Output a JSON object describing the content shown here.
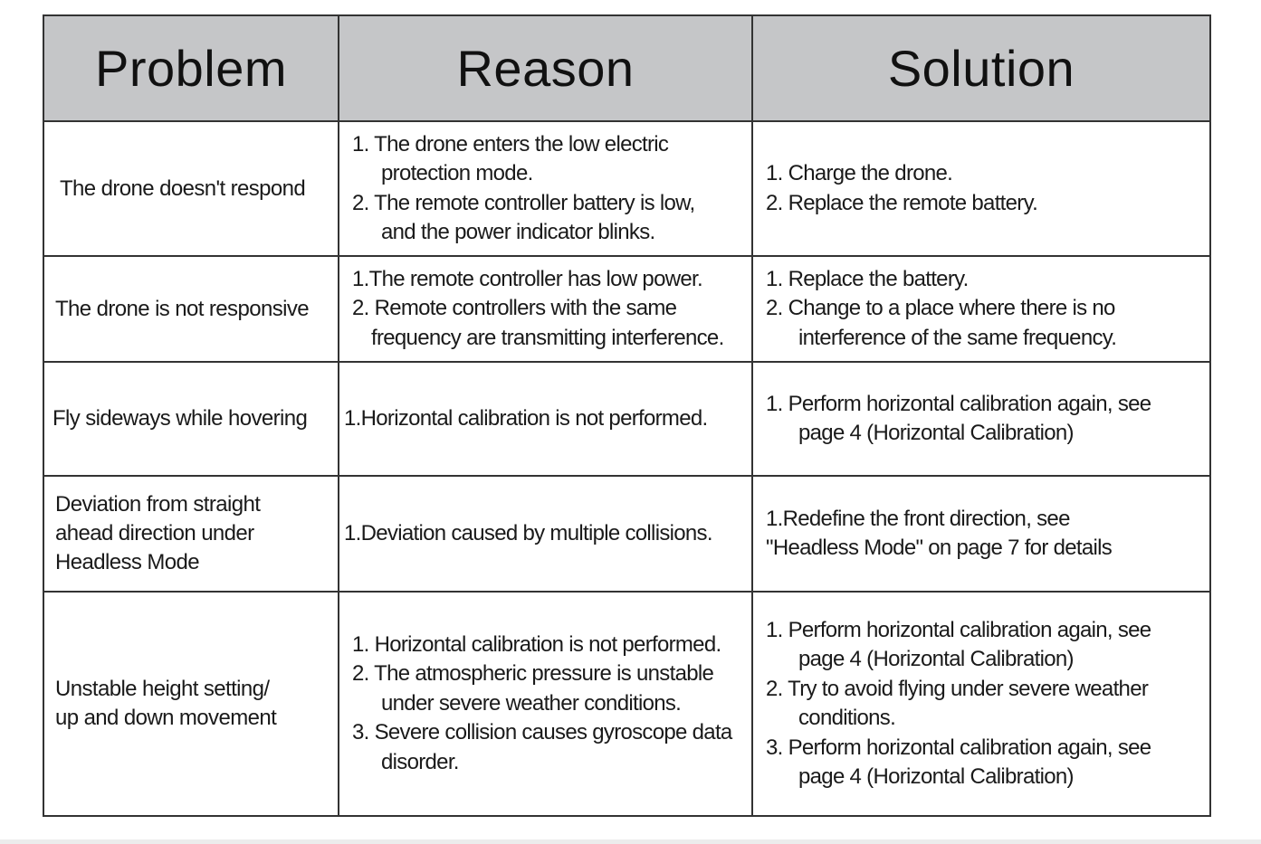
{
  "header": {
    "problem": "Problem",
    "reason": "Reason",
    "solution": "Solution"
  },
  "rows": [
    {
      "problem": "The drone doesn't respond",
      "reasons": [
        "1.  The drone enters the low electric protection mode.",
        "2.  The remote controller battery is low, and the power indicator blinks."
      ],
      "solutions": [
        "1.  Charge the drone.",
        "2.  Replace the remote battery."
      ]
    },
    {
      "problem": "The drone is not responsive",
      "reasons": [
        "1.The remote controller has low power.",
        "2. Remote controllers with the same frequency are transmitting interference."
      ],
      "solutions": [
        "1.  Replace the battery.",
        "2. Change to a place where there is no interference of the same frequency."
      ]
    },
    {
      "problem": "Fly sideways while hovering",
      "reason": "1.Horizontal calibration is not performed.",
      "solutions": [
        "1.  Perform horizontal calibration again, see page 4 (Horizontal Calibration)"
      ]
    },
    {
      "problem": "Deviation from straight ahead direction under Headless Mode",
      "reason": "1.Deviation caused by multiple collisions.",
      "solution": "1.Redefine the front direction, see \"Headless Mode\" on page 7 for details"
    },
    {
      "problem": "Unstable height setting/ up and down movement",
      "reasons": [
        "1.  Horizontal calibration is not performed.",
        "2. The atmospheric pressure is unstable under severe weather conditions.",
        "3. Severe collision causes gyroscope data disorder."
      ],
      "solutions": [
        "1.  Perform horizontal calibration again, see page 4 (Horizontal Calibration)",
        "2.  Try to avoid flying under severe weather conditions.",
        "3.  Perform horizontal calibration again, see page 4 (Horizontal Calibration)"
      ]
    }
  ]
}
